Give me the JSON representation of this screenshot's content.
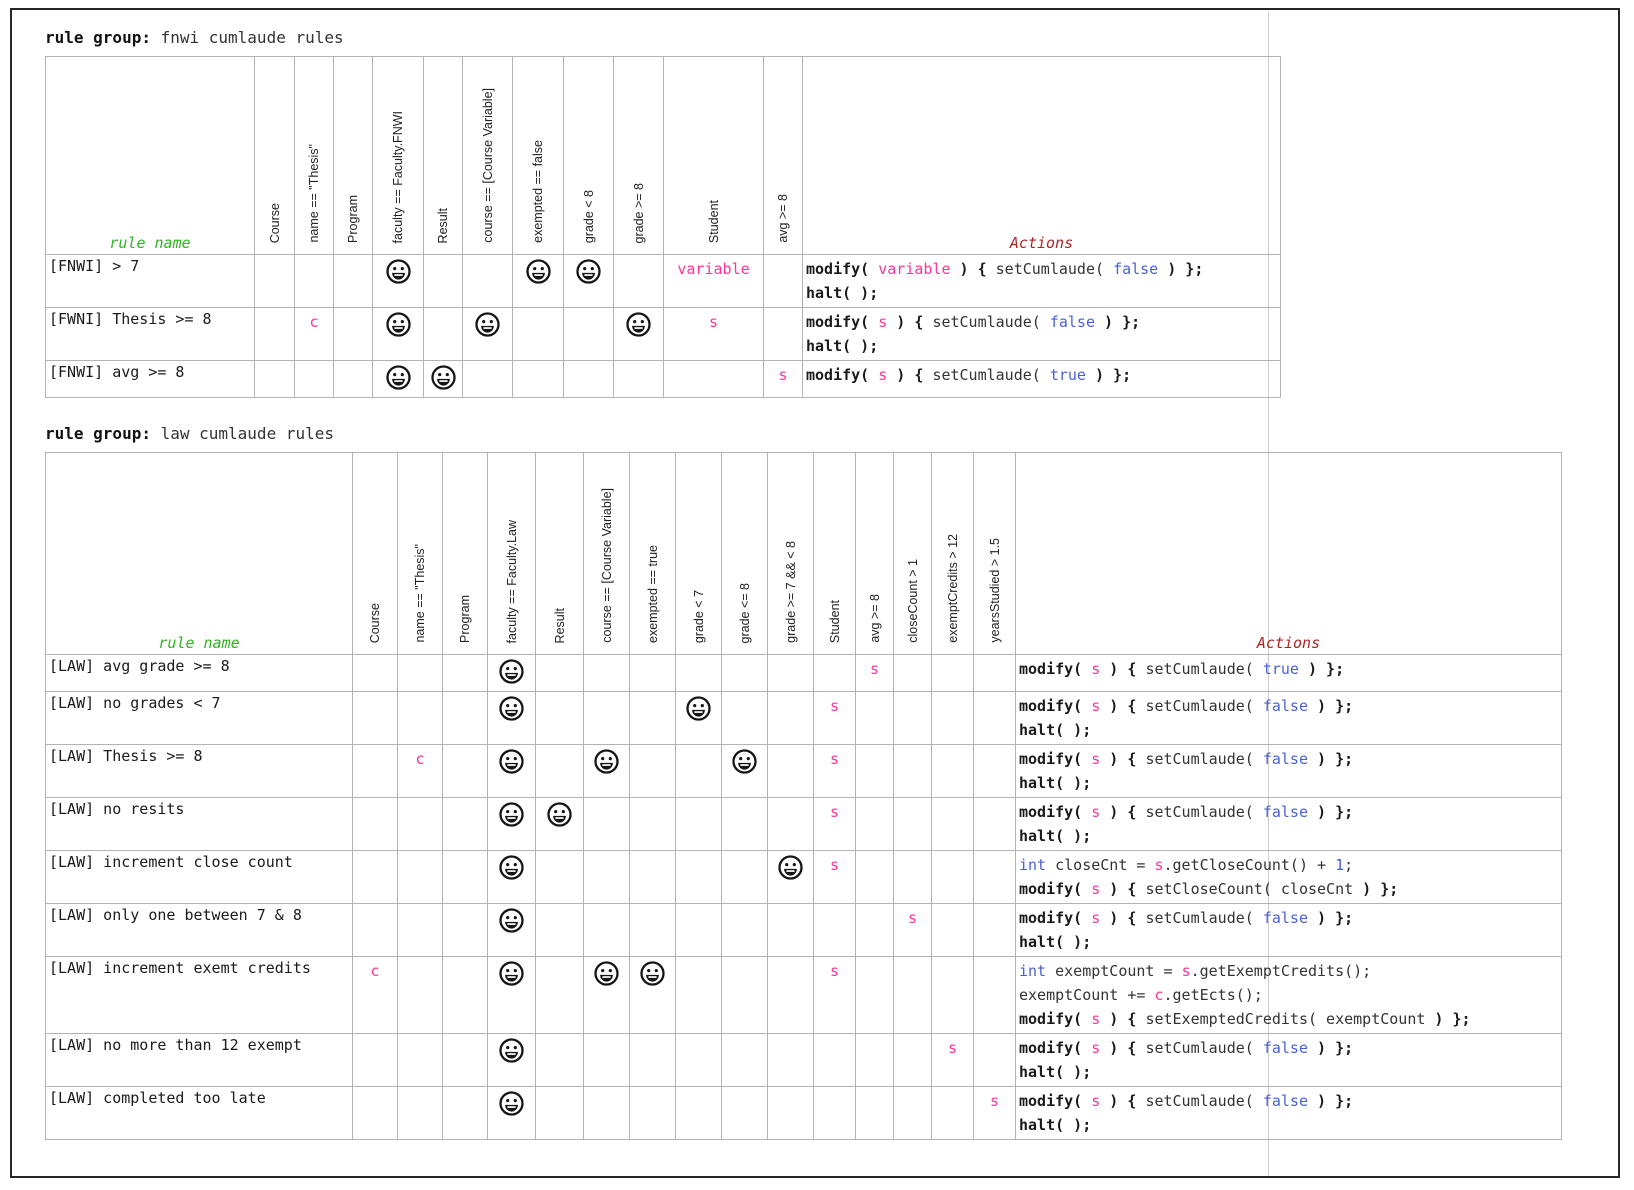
{
  "colors": {
    "rule_name_green": "#2fb321",
    "actions_red": "#b22222",
    "variable_pink": "#ff3399",
    "literal_blue": "#4961d7",
    "keyword_black": "#1a1a1a",
    "grid_gray": "#b3b3b3"
  },
  "groups": [
    {
      "title_label": "rule group:",
      "title_value": " fnwi cumlaude rules",
      "rule_name_header": "rule name",
      "actions_header": "Actions",
      "columns": [
        "Course",
        "name == \"Thesis\"",
        "Program",
        "faculty == Faculty.FNWI",
        "Result",
        "course == [Course Variable]",
        "exempted == false",
        "grade < 8",
        "grade >= 8",
        "Student",
        "avg >= 8"
      ],
      "rows": [
        {
          "name": "[FNWI] > 7",
          "marks": [
            {
              "col": 3,
              "type": "smiley"
            },
            {
              "col": 6,
              "type": "smiley"
            },
            {
              "col": 7,
              "type": "smiley"
            },
            {
              "col": 9,
              "type": "text",
              "value": "variable"
            }
          ],
          "actions": [
            [
              {
                "c": "k",
                "t": "modify( "
              },
              {
                "c": "v",
                "t": "variable"
              },
              {
                "c": "k",
                "t": " ) { "
              },
              {
                "c": "p",
                "t": "setCumlaude( "
              },
              {
                "c": "b",
                "t": "false"
              },
              {
                "c": "k",
                "t": " ) };"
              }
            ],
            [
              {
                "c": "k",
                "t": "halt( );"
              }
            ]
          ]
        },
        {
          "name": "[FWNI] Thesis >= 8",
          "marks": [
            {
              "col": 1,
              "type": "text",
              "value": "c"
            },
            {
              "col": 3,
              "type": "smiley"
            },
            {
              "col": 5,
              "type": "smiley"
            },
            {
              "col": 8,
              "type": "smiley"
            },
            {
              "col": 9,
              "type": "text",
              "value": "s"
            }
          ],
          "actions": [
            [
              {
                "c": "k",
                "t": "modify( "
              },
              {
                "c": "v",
                "t": "s"
              },
              {
                "c": "k",
                "t": " ) { "
              },
              {
                "c": "p",
                "t": "setCumlaude( "
              },
              {
                "c": "b",
                "t": "false"
              },
              {
                "c": "k",
                "t": " ) };"
              }
            ],
            [
              {
                "c": "k",
                "t": "halt( );"
              }
            ]
          ]
        },
        {
          "name": "[FNWI] avg >= 8",
          "marks": [
            {
              "col": 3,
              "type": "smiley"
            },
            {
              "col": 4,
              "type": "smiley"
            },
            {
              "col": 10,
              "type": "text",
              "value": "s"
            }
          ],
          "actions": [
            [
              {
                "c": "k",
                "t": "modify( "
              },
              {
                "c": "v",
                "t": "s"
              },
              {
                "c": "k",
                "t": " ) { "
              },
              {
                "c": "p",
                "t": "setCumlaude( "
              },
              {
                "c": "b",
                "t": "true"
              },
              {
                "c": "k",
                "t": " ) };"
              }
            ]
          ]
        }
      ]
    },
    {
      "title_label": "rule group:",
      "title_value": " law cumlaude rules",
      "rule_name_header": "rule name",
      "actions_header": "Actions",
      "columns": [
        "Course",
        "name == \"Thesis\"",
        "Program",
        "faculty == Faculty.Law",
        "Result",
        "course == [Course Variable]",
        "exempted == true",
        "grade < 7",
        "grade <= 8",
        "grade >= 7 && < 8",
        "Student",
        "avg >= 8",
        "closeCount > 1",
        "exemptCredits > 12",
        "yearsStudied > 1.5"
      ],
      "rows": [
        {
          "name": "[LAW] avg grade >= 8",
          "marks": [
            {
              "col": 3,
              "type": "smiley"
            },
            {
              "col": 11,
              "type": "text",
              "value": "s"
            }
          ],
          "actions": [
            [
              {
                "c": "k",
                "t": "modify( "
              },
              {
                "c": "v",
                "t": "s"
              },
              {
                "c": "k",
                "t": " ) { "
              },
              {
                "c": "p",
                "t": "setCumlaude( "
              },
              {
                "c": "b",
                "t": "true"
              },
              {
                "c": "k",
                "t": " ) };"
              }
            ]
          ]
        },
        {
          "name": "[LAW] no grades < 7",
          "marks": [
            {
              "col": 3,
              "type": "smiley"
            },
            {
              "col": 7,
              "type": "smiley"
            },
            {
              "col": 10,
              "type": "text",
              "value": "s"
            }
          ],
          "actions": [
            [
              {
                "c": "k",
                "t": "modify( "
              },
              {
                "c": "v",
                "t": "s"
              },
              {
                "c": "k",
                "t": " ) { "
              },
              {
                "c": "p",
                "t": "setCumlaude( "
              },
              {
                "c": "b",
                "t": "false"
              },
              {
                "c": "k",
                "t": " ) };"
              }
            ],
            [
              {
                "c": "k",
                "t": "halt( );"
              }
            ]
          ]
        },
        {
          "name": "[LAW] Thesis >= 8",
          "marks": [
            {
              "col": 1,
              "type": "text",
              "value": "c"
            },
            {
              "col": 3,
              "type": "smiley"
            },
            {
              "col": 5,
              "type": "smiley"
            },
            {
              "col": 8,
              "type": "smiley"
            },
            {
              "col": 10,
              "type": "text",
              "value": "s"
            }
          ],
          "actions": [
            [
              {
                "c": "k",
                "t": "modify( "
              },
              {
                "c": "v",
                "t": "s"
              },
              {
                "c": "k",
                "t": " ) { "
              },
              {
                "c": "p",
                "t": "setCumlaude( "
              },
              {
                "c": "b",
                "t": "false"
              },
              {
                "c": "k",
                "t": " ) };"
              }
            ],
            [
              {
                "c": "k",
                "t": "halt( );"
              }
            ]
          ]
        },
        {
          "name": "[LAW] no resits",
          "marks": [
            {
              "col": 3,
              "type": "smiley"
            },
            {
              "col": 4,
              "type": "smiley"
            },
            {
              "col": 10,
              "type": "text",
              "value": "s"
            }
          ],
          "actions": [
            [
              {
                "c": "k",
                "t": "modify( "
              },
              {
                "c": "v",
                "t": "s"
              },
              {
                "c": "k",
                "t": " ) { "
              },
              {
                "c": "p",
                "t": "setCumlaude( "
              },
              {
                "c": "b",
                "t": "false"
              },
              {
                "c": "k",
                "t": " ) };"
              }
            ],
            [
              {
                "c": "k",
                "t": "halt( );"
              }
            ]
          ]
        },
        {
          "name": "[LAW] increment close count",
          "marks": [
            {
              "col": 3,
              "type": "smiley"
            },
            {
              "col": 9,
              "type": "smiley"
            },
            {
              "col": 10,
              "type": "text",
              "value": "s"
            }
          ],
          "actions": [
            [
              {
                "c": "b",
                "t": "int"
              },
              {
                "c": "p",
                "t": " closeCnt = "
              },
              {
                "c": "v",
                "t": "s"
              },
              {
                "c": "p",
                "t": ".getCloseCount() + "
              },
              {
                "c": "b",
                "t": "1"
              },
              {
                "c": "p",
                "t": ";"
              }
            ],
            [
              {
                "c": "k",
                "t": "modify( "
              },
              {
                "c": "v",
                "t": "s"
              },
              {
                "c": "k",
                "t": " ) { "
              },
              {
                "c": "p",
                "t": "setCloseCount( closeCnt"
              },
              {
                "c": "k",
                "t": " ) };"
              }
            ]
          ]
        },
        {
          "name": "[LAW] only one between 7 & 8",
          "marks": [
            {
              "col": 3,
              "type": "smiley"
            },
            {
              "col": 12,
              "type": "text",
              "value": "s"
            }
          ],
          "actions": [
            [
              {
                "c": "k",
                "t": "modify( "
              },
              {
                "c": "v",
                "t": "s"
              },
              {
                "c": "k",
                "t": " ) { "
              },
              {
                "c": "p",
                "t": "setCumlaude( "
              },
              {
                "c": "b",
                "t": "false"
              },
              {
                "c": "k",
                "t": " ) };"
              }
            ],
            [
              {
                "c": "k",
                "t": "halt( );"
              }
            ]
          ]
        },
        {
          "name": "[LAW] increment exemt credits",
          "marks": [
            {
              "col": 0,
              "type": "text",
              "value": "c"
            },
            {
              "col": 3,
              "type": "smiley"
            },
            {
              "col": 5,
              "type": "smiley"
            },
            {
              "col": 6,
              "type": "smiley"
            },
            {
              "col": 10,
              "type": "text",
              "value": "s"
            }
          ],
          "actions": [
            [
              {
                "c": "b",
                "t": "int"
              },
              {
                "c": "p",
                "t": " exemptCount = "
              },
              {
                "c": "v",
                "t": "s"
              },
              {
                "c": "p",
                "t": ".getExemptCredits();"
              }
            ],
            [
              {
                "c": "p",
                "t": "exemptCount += "
              },
              {
                "c": "v",
                "t": "c"
              },
              {
                "c": "p",
                "t": ".getEcts();"
              }
            ],
            [
              {
                "c": "k",
                "t": "modify( "
              },
              {
                "c": "v",
                "t": "s"
              },
              {
                "c": "k",
                "t": " ) { "
              },
              {
                "c": "p",
                "t": "setExemptedCredits( exemptCount"
              },
              {
                "c": "k",
                "t": " ) };"
              }
            ]
          ]
        },
        {
          "name": "[LAW] no more than 12 exempt",
          "marks": [
            {
              "col": 3,
              "type": "smiley"
            },
            {
              "col": 13,
              "type": "text",
              "value": "s"
            }
          ],
          "actions": [
            [
              {
                "c": "k",
                "t": "modify( "
              },
              {
                "c": "v",
                "t": "s"
              },
              {
                "c": "k",
                "t": " ) { "
              },
              {
                "c": "p",
                "t": "setCumlaude( "
              },
              {
                "c": "b",
                "t": "false"
              },
              {
                "c": "k",
                "t": " ) };"
              }
            ],
            [
              {
                "c": "k",
                "t": "halt( );"
              }
            ]
          ]
        },
        {
          "name": "[LAW] completed too late",
          "marks": [
            {
              "col": 3,
              "type": "smiley"
            },
            {
              "col": 14,
              "type": "text",
              "value": "s"
            }
          ],
          "actions": [
            [
              {
                "c": "k",
                "t": "modify( "
              },
              {
                "c": "v",
                "t": "s"
              },
              {
                "c": "k",
                "t": " ) { "
              },
              {
                "c": "p",
                "t": "setCumlaude( "
              },
              {
                "c": "b",
                "t": "false"
              },
              {
                "c": "k",
                "t": " ) };"
              }
            ],
            [
              {
                "c": "k",
                "t": "halt( );"
              }
            ]
          ]
        }
      ]
    }
  ]
}
